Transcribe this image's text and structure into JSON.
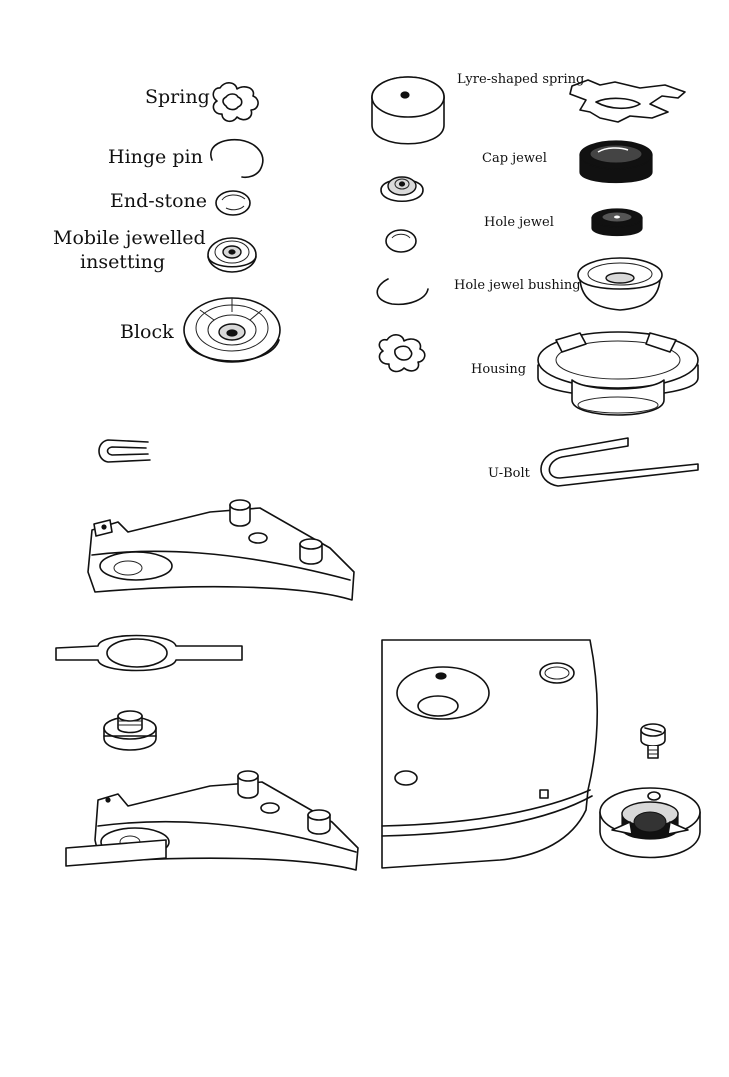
{
  "labels": {
    "spring": "Spring",
    "hinge_pin": "Hinge pin",
    "end_stone": "End-stone",
    "mobile_line1": "Mobile jewelled",
    "mobile_line2": "insetting",
    "block": "Block",
    "lyre_spring": "Lyre-shaped spring",
    "cap_jewel": "Cap jewel",
    "hole_jewel": "Hole jewel",
    "hole_jewel_bushing": "Hole jewel bushing",
    "housing": "Housing",
    "u_bolt": "U-Bolt"
  },
  "colors": {
    "ink": "#111111",
    "paper": "#ffffff"
  }
}
